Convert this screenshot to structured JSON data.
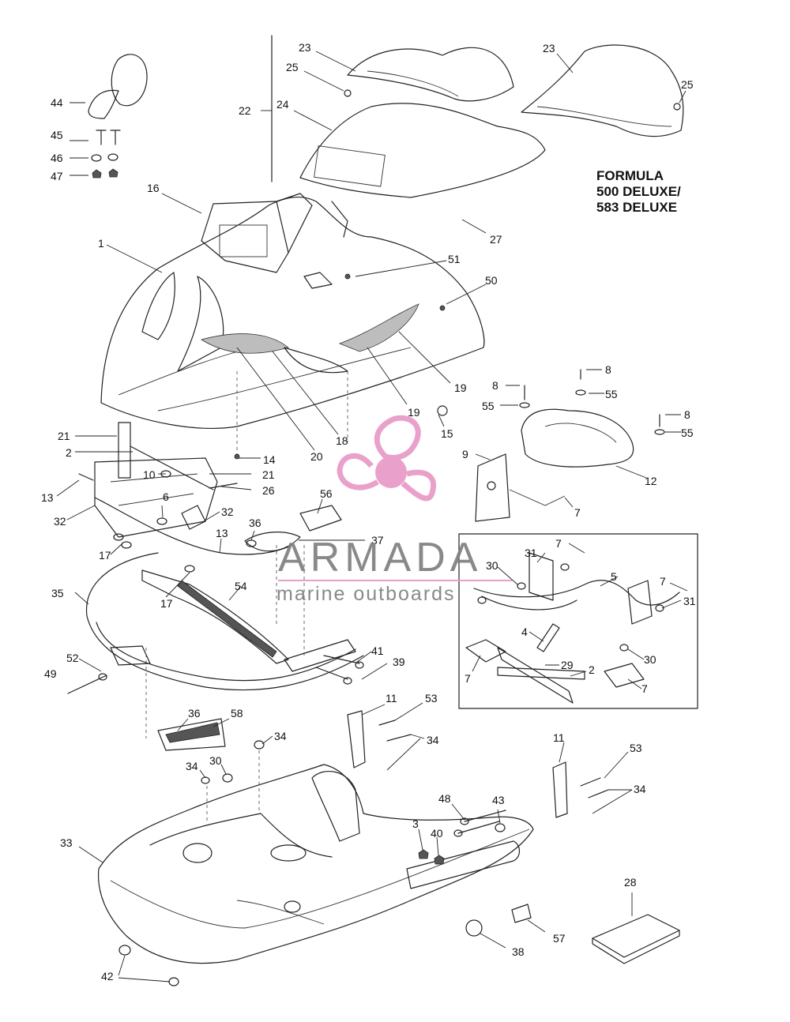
{
  "diagram": {
    "note_lines": [
      "FORMULA",
      "500 DELUXE/",
      "583 DELUXE"
    ],
    "watermark": {
      "title": "ARMADA",
      "subtitle": "marine outboards",
      "title_color": "#808080",
      "accent_color": "#e89ac7"
    },
    "callouts": [
      "23",
      "25",
      "24",
      "22",
      "23",
      "25",
      "44",
      "45",
      "46",
      "47",
      "16",
      "27",
      "1",
      "51",
      "50",
      "19",
      "19",
      "18",
      "20",
      "15",
      "8",
      "55",
      "8",
      "55",
      "8",
      "55",
      "21",
      "2",
      "13",
      "10",
      "21",
      "26",
      "14",
      "32",
      "6",
      "32",
      "13",
      "36",
      "56",
      "37",
      "9",
      "12",
      "7",
      "17",
      "17",
      "35",
      "54",
      "41",
      "39",
      "52",
      "49",
      "31",
      "7",
      "30",
      "5",
      "7",
      "31",
      "4",
      "29",
      "2",
      "30",
      "7",
      "7",
      "11",
      "53",
      "34",
      "36",
      "58",
      "34",
      "34",
      "30",
      "11",
      "53",
      "34",
      "48",
      "43",
      "3",
      "40",
      "33",
      "28",
      "57",
      "38",
      "42"
    ]
  }
}
